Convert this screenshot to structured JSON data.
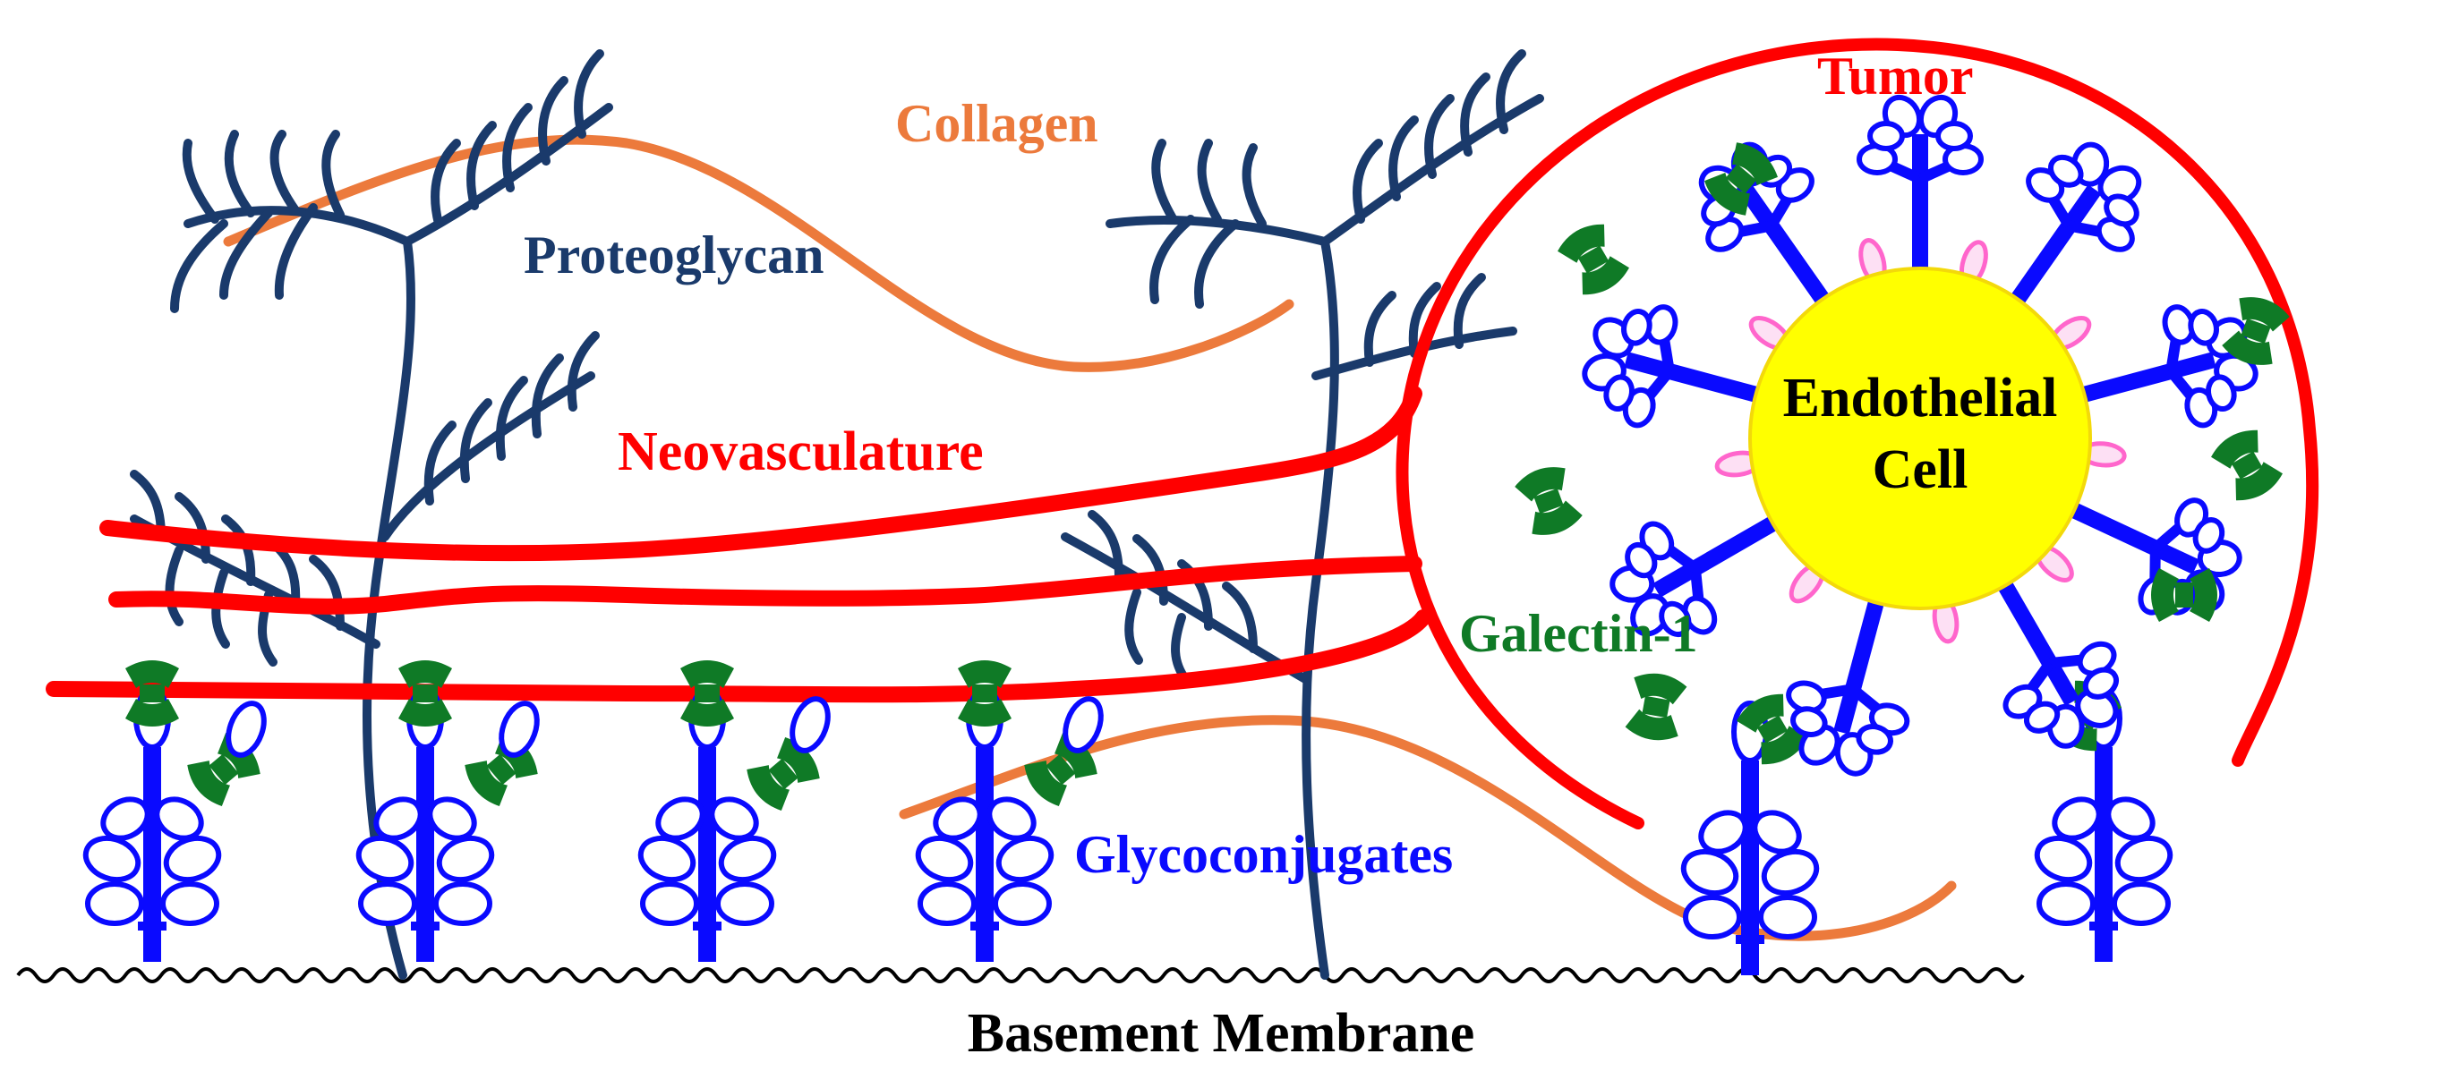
{
  "labels": {
    "collagen": "Collagen",
    "proteoglycan": "Proteoglycan",
    "neovasculature": "Neovasculature",
    "tumor": "Tumor",
    "endothelial_line1": "Endothelial",
    "endothelial_line2": "Cell",
    "galectin": "Galectin-1",
    "glycoconjugates": "Glycoconjugates",
    "basement_membrane": "Basement Membrane"
  },
  "colors": {
    "collagen": "#ec7a3c",
    "proteoglycan": "#1a3a6b",
    "neovasculature": "#ff0000",
    "tumor": "#ff0000",
    "galectin": "#0f7a26",
    "glycoconjugate": "#0a0aff",
    "endothelial_fill": "#ffff00",
    "receptor_ovals": "#ff66cc",
    "membrane": "#000000"
  }
}
